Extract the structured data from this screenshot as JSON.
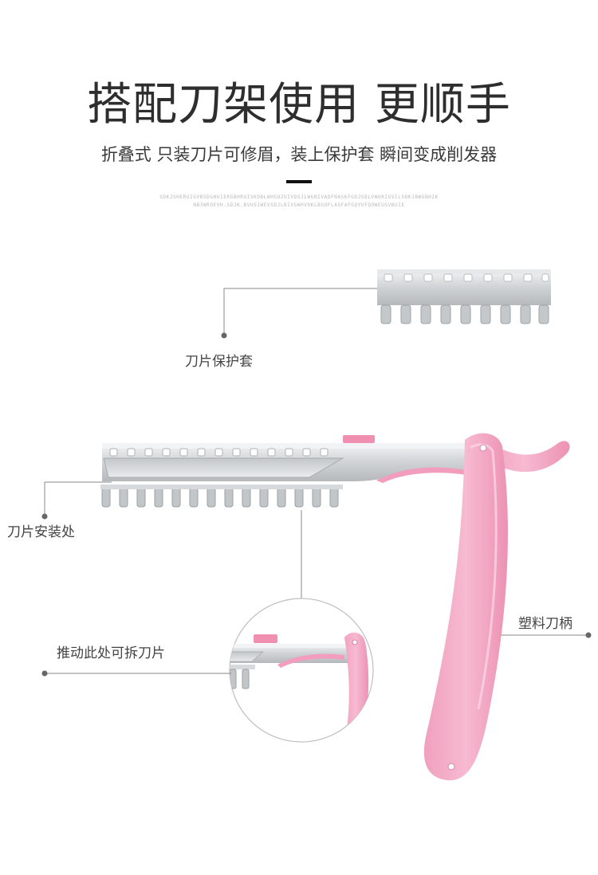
{
  "header": {
    "title": "搭配刀架使用 更顺手",
    "subtitle": "折叠式 只装刀片可修眉，装上保护套 瞬间变成削发器",
    "decor_line1": "SDKJSHERUIGVBSDGHUIERGBHRUISKDBLWHGUZUIVDSJLWGNIVADFNASKFGDJSBLVWURIGVILSDKJBWGBHIK",
    "decor_line2": "NB3WROEVH.SDJK.BVUOIWEVSDJLBIVGWHVOKLBGOFLASFAFGQYUFQOWEUGVBUIE"
  },
  "callouts": {
    "blade_guard": "刀片保护套",
    "blade_mount": "刀片安装处",
    "push_release": "推动此处可拆刀片",
    "plastic_handle": "塑料刀柄"
  },
  "colors": {
    "pink": "#f4a3c0",
    "pink_dark": "#e98bab",
    "metal": "#c9cdd0",
    "metal_light": "#eef0f1",
    "line": "#888888"
  }
}
